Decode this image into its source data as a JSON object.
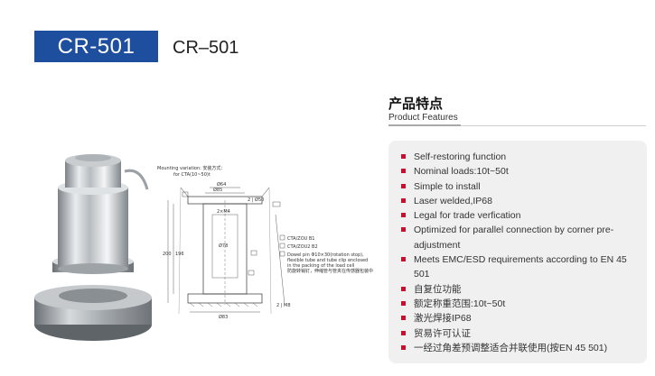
{
  "header": {
    "badge": "CR-501",
    "model": "CR–501"
  },
  "features": {
    "title": "产品特点",
    "subtitle": "Product Features",
    "items": [
      "Self-restoring function",
      "Nominal loads:10t~50t",
      "Simple to install",
      "Laser welded,IP68",
      "Legal for trade verfication",
      "Optimized for parallel connection by corner pre-adjustment",
      "Meets EMC/ESD requirements according to EN 45 501",
      "自复位功能",
      "额定称重范围:10t~50t",
      "激光焊接IP68",
      "贸易许可认证",
      "一经过角差预调整适合并联使用(按EN 45 501)"
    ]
  },
  "drawing": {
    "mounting_label": "Mounting variation: 安装方式：",
    "mounting_sub": "for CTA(10~50)t",
    "legend_1": "CTA/ZOU B1",
    "legend_2": "CTA/ZOU2 B2",
    "legend_3": "Dowel pin Φ10×30(rotation stop),",
    "legend_4": "flexible tube and tube clip enclosed",
    "legend_5": "in the packing of the load cell",
    "legend_6": "防旋转销钉，伸缩管与管夹在传感器包装中",
    "dim_top": "2 | Ø50",
    "dim_d1": "Ø85",
    "dim_d2": "Ø64",
    "dim_d3": "Ø78",
    "dim_h1": "200",
    "dim_h2": "196",
    "dim_bottom": "Ø83",
    "dim_right": "2 | M8",
    "dim_mid": "2×M4"
  },
  "colors": {
    "badge_bg": "#1e4f9e",
    "bullet": "#c8102e",
    "panel_bg": "#f0f0f0"
  }
}
